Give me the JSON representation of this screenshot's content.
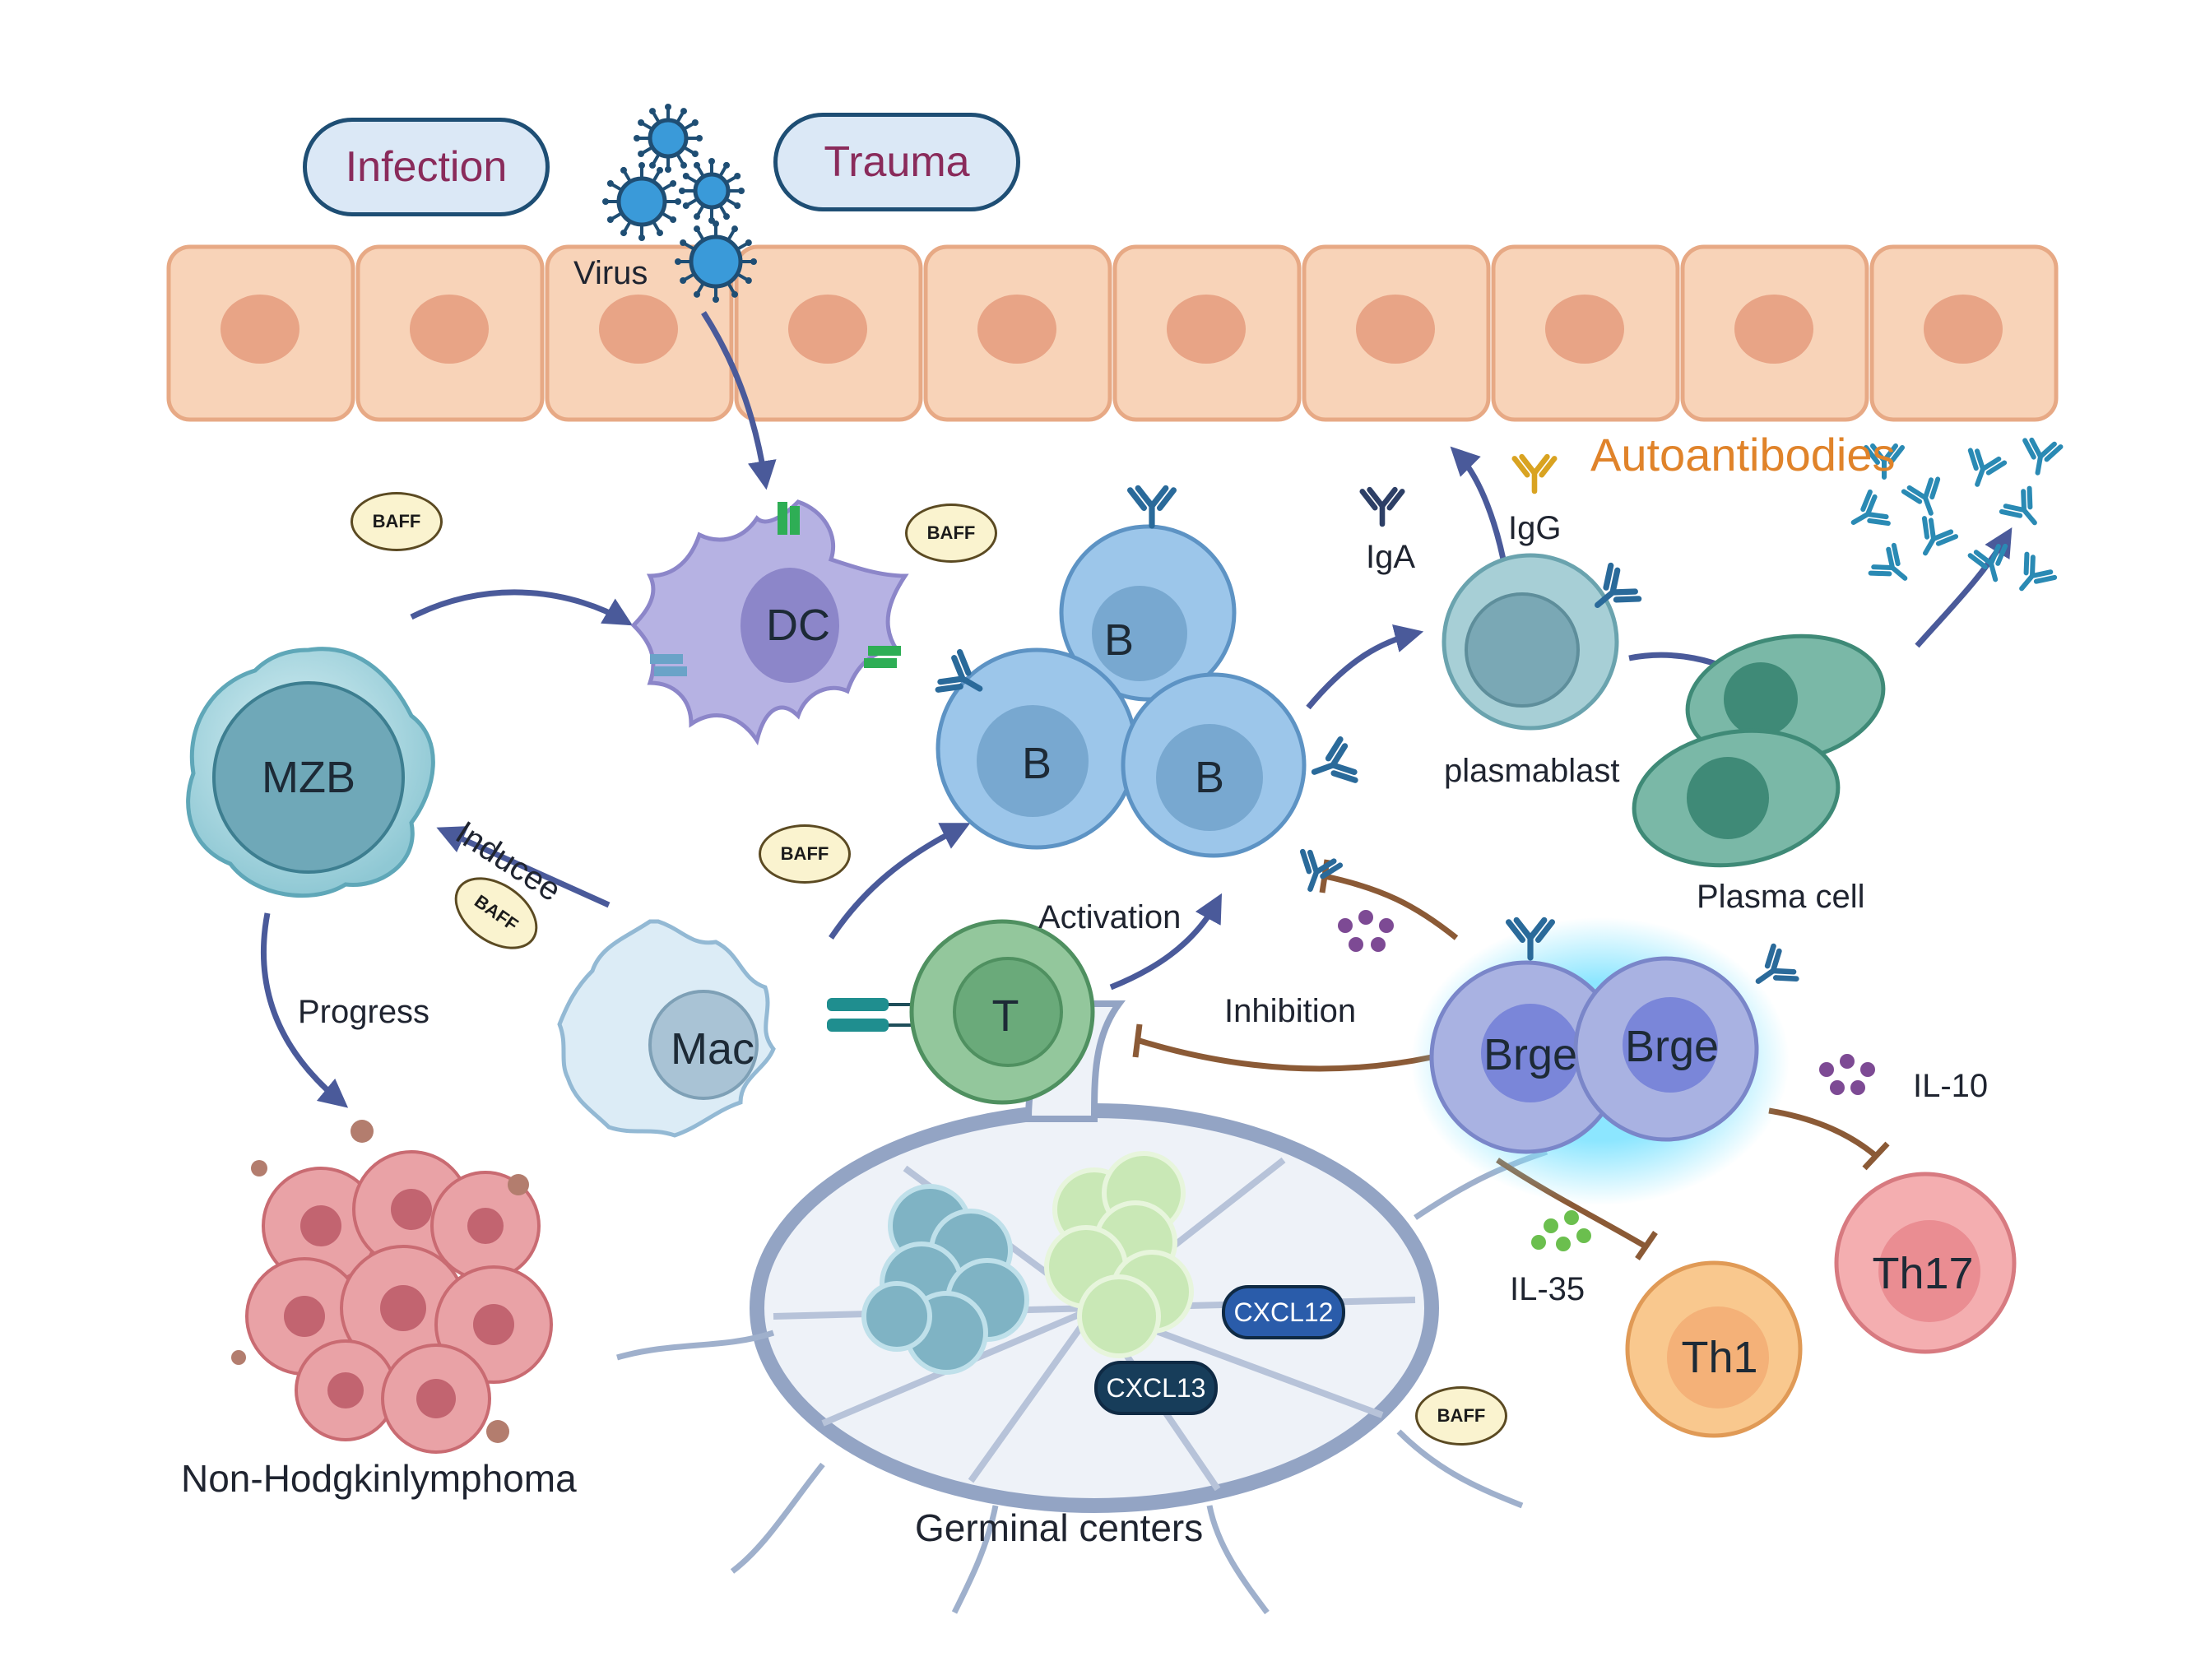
{
  "triggers": {
    "infection": "Infection",
    "trauma": "Trauma",
    "virus": "Virus"
  },
  "cells": {
    "dc": "DC",
    "b": "B",
    "mzb": "MZB",
    "mac": "Mac",
    "t": "T",
    "brge": "Brge",
    "plasmablast": "plasmablast",
    "plasma_cell": "Plasma cell",
    "th1": "Th1",
    "th17": "Th17"
  },
  "factors": {
    "baff": "BAFF",
    "il10": "IL-10",
    "il35": "IL-35",
    "cxcl12": "CXCL12",
    "cxcl13": "CXCL13"
  },
  "antibodies": {
    "iga": "IgA",
    "igg": "IgG",
    "autoantibodies": "Autoantibodies"
  },
  "processes": {
    "inducee": "Inducee",
    "progress": "Progress",
    "activation": "Activation",
    "inhibition": "Inhibition"
  },
  "outcomes": {
    "lymphoma": "Non-Hodgkinlymphoma",
    "germinal_centers": "Germinal centers"
  },
  "colors": {
    "epithelium": "#f8d3b8",
    "nucleus": "#e8a486",
    "dc": "#b6b2e3",
    "b_cell": "#9cc6ea",
    "t_cell": "#93c79c",
    "brge": "#a9b2e2",
    "plasma": "#7ab8a7",
    "th1": "#f9c88e",
    "th17": "#f4aeb0",
    "arrow": "#4a5a9a",
    "inhibit": "#8b5a36",
    "autoantibodies": "#e0832a"
  }
}
